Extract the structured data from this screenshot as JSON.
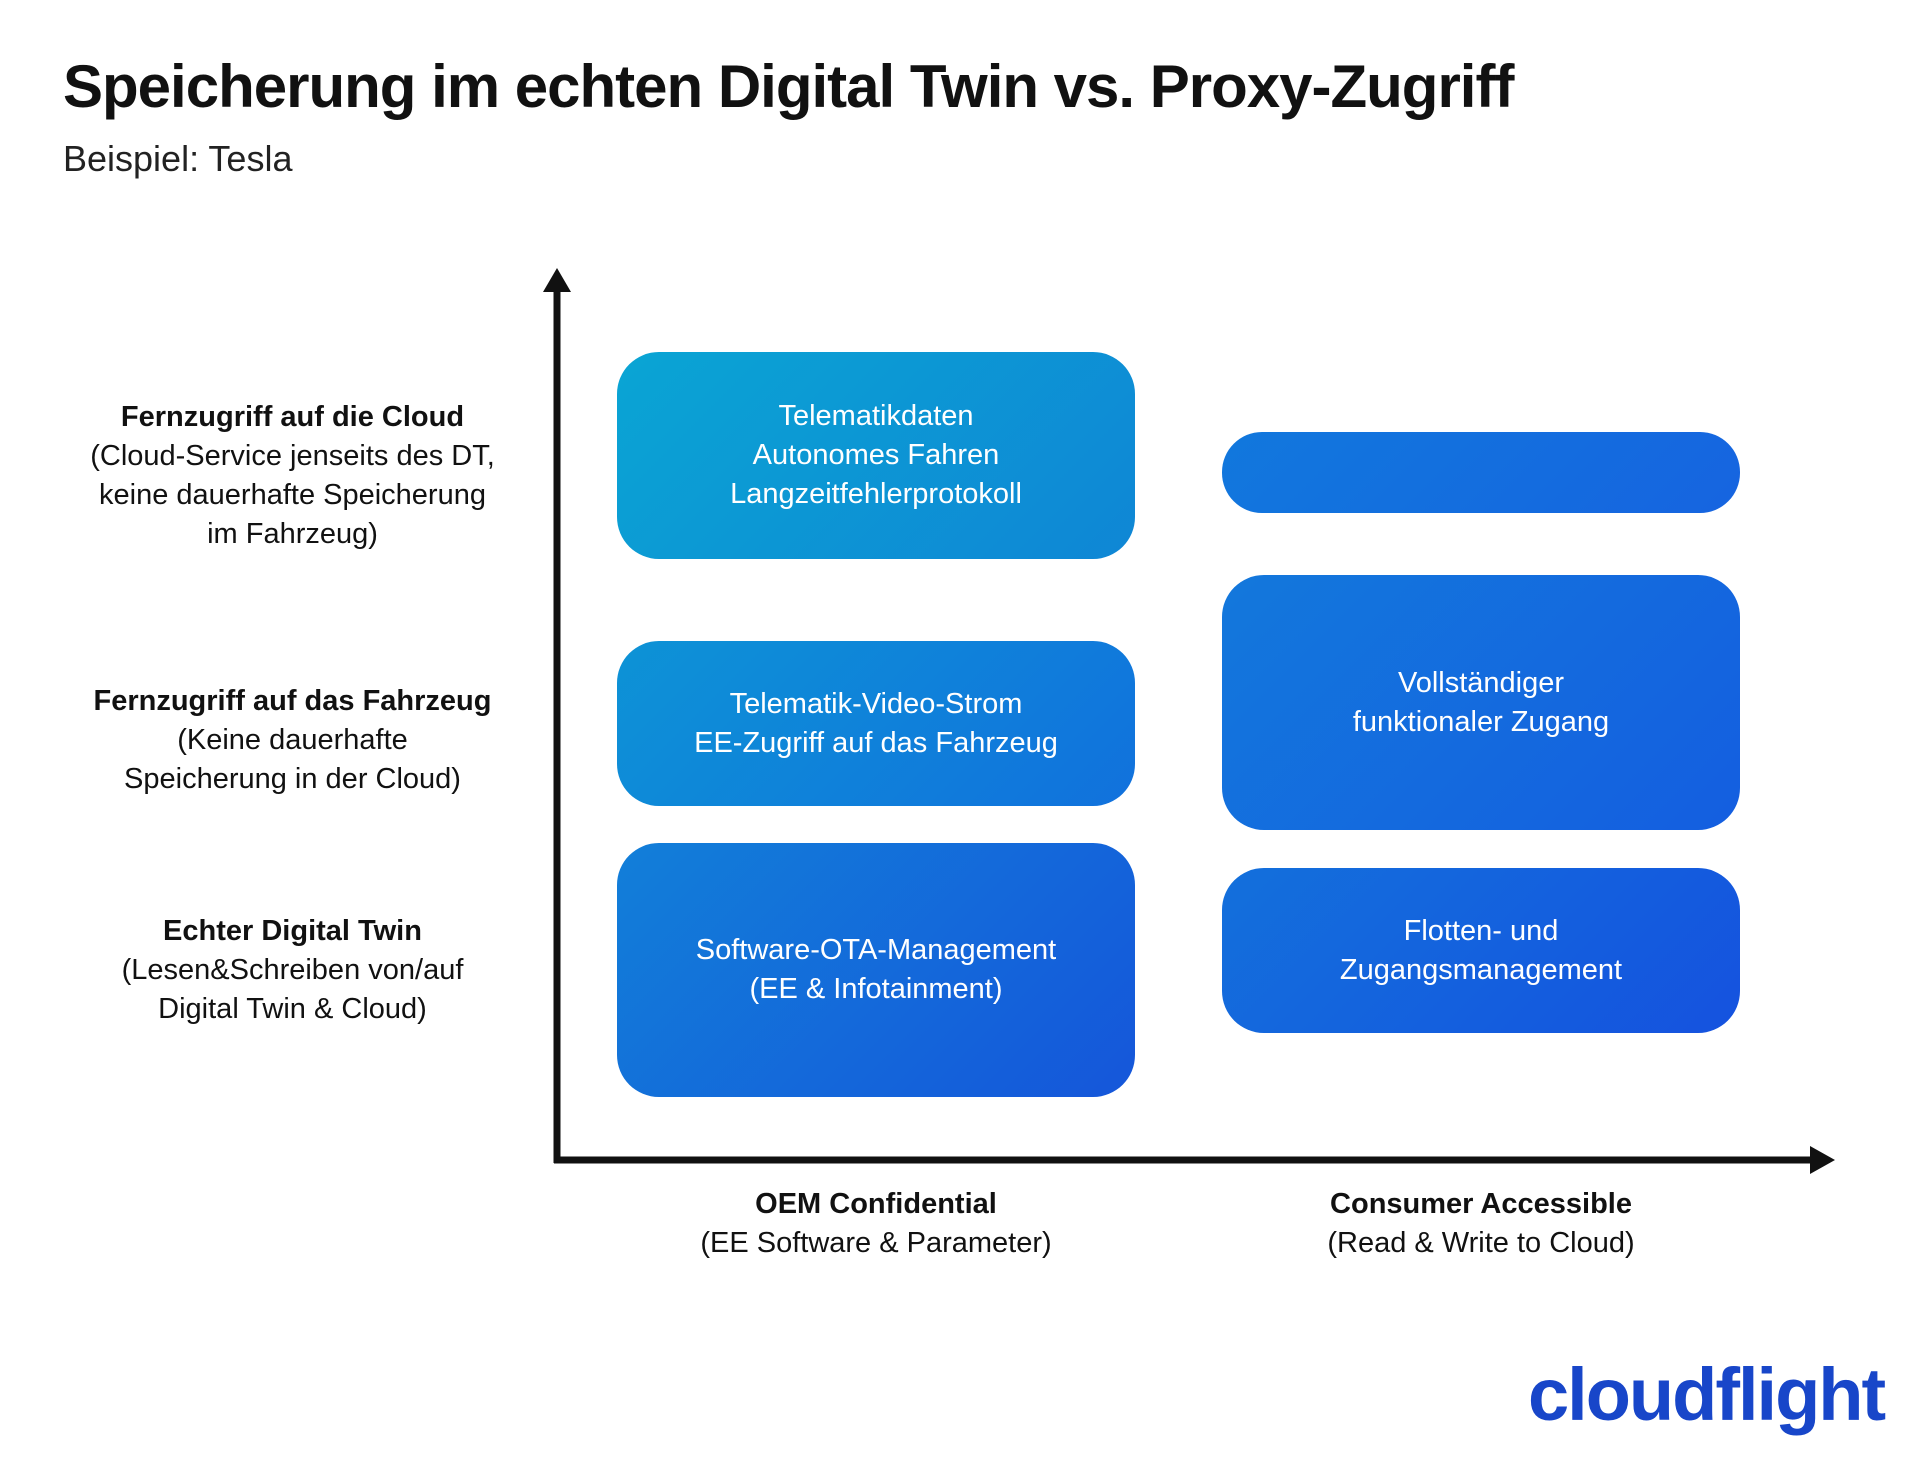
{
  "title": "Speicherung im echten Digital Twin vs. Proxy-Zugriff",
  "subtitle": "Beispiel: Tesla",
  "y_categories": [
    {
      "heading": "Fernzugriff auf die Cloud",
      "detail": "(Cloud-Service jenseits des DT,\nkeine dauerhafte Speicherung\nim Fahrzeug)"
    },
    {
      "heading": "Fernzugriff auf das Fahrzeug",
      "detail": "(Keine dauerhafte\nSpeicherung in der Cloud)"
    },
    {
      "heading": "Echter Digital Twin",
      "detail": "(Lesen&Schreiben von/auf\nDigital Twin & Cloud)"
    }
  ],
  "x_categories": [
    {
      "heading": "OEM Confidential",
      "detail": "(EE Software & Parameter)"
    },
    {
      "heading": "Consumer Accessible",
      "detail": "(Read & Write to Cloud)"
    }
  ],
  "boxes": [
    {
      "column": "OEM Confidential",
      "text": "Telematikdaten\nAutonomes Fahren\nLangzeitfehlerprotokoll"
    },
    {
      "column": "OEM Confidential",
      "text": "Telematik-Video-Strom\nEE-Zugriff auf das Fahrzeug"
    },
    {
      "column": "OEM Confidential",
      "text": "Software-OTA-Management\n(EE & Infotainment)"
    },
    {
      "column": "Consumer Accessible",
      "text": ""
    },
    {
      "column": "Consumer Accessible",
      "text": "Vollständiger\nfunktionaler Zugang"
    },
    {
      "column": "Consumer Accessible",
      "text": "Flotten- und\nZugangsmanagement"
    }
  ],
  "colors": {
    "axis": "#111111",
    "box_cyan": "#0aa5d4",
    "box_blue": "#1556da",
    "logo": "#1846c9"
  },
  "logo": {
    "text": "cloudflight"
  }
}
